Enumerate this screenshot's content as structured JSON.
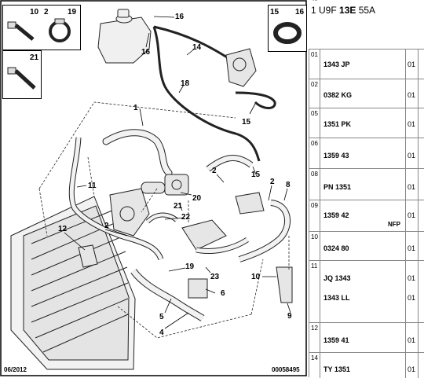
{
  "header": {
    "partial_code": "...",
    "code_prefix": "1 U9F ",
    "code_bold": "13E",
    "code_suffix": " 55A"
  },
  "callouts": {
    "c10": "10",
    "c2a": "2",
    "c19a": "19",
    "c21a": "21",
    "c15a": "15",
    "c16a": "16",
    "c16b": "16",
    "c16c": "16",
    "c14": "14",
    "c18": "18",
    "c15b": "15",
    "c1": "1",
    "c11": "11",
    "c15c": "15",
    "c2b": "2",
    "c20": "20",
    "c21b": "21",
    "c22": "22",
    "c2c": "2",
    "c8": "8",
    "c12": "12",
    "c2d": "2",
    "c19b": "19",
    "c23": "23",
    "c10b": "10",
    "c6": "6",
    "c5": "5",
    "c4": "4",
    "c9": "9"
  },
  "footer": {
    "date": "06/2012",
    "ref": "00058495"
  },
  "parts": [
    {
      "idx": "01",
      "code": "1343 JP",
      "qty": "01",
      "note": ""
    },
    {
      "idx": "02",
      "code": "0382 KG",
      "qty": "01",
      "note": ""
    },
    {
      "idx": "05",
      "code": "1351 PK",
      "qty": "01",
      "note": ""
    },
    {
      "idx": "06",
      "code": "1359 43",
      "qty": "01",
      "note": ""
    },
    {
      "idx": "08",
      "code": "PN 1351",
      "qty": "01",
      "note": ""
    },
    {
      "idx": "09",
      "code": "1359 42",
      "qty": "01",
      "note": "NFP"
    },
    {
      "idx": "10",
      "code": "0324 80",
      "qty": "01",
      "note": ""
    },
    {
      "idx": "11",
      "code": "JQ 1343",
      "qty": "01",
      "code2": "1343 LL",
      "qty2": "01",
      "note": ""
    },
    {
      "idx": "12",
      "code": "1359 41",
      "qty": "01",
      "note": ""
    },
    {
      "idx": "14",
      "code": "TY 1351",
      "qty": "01",
      "note": ""
    }
  ]
}
